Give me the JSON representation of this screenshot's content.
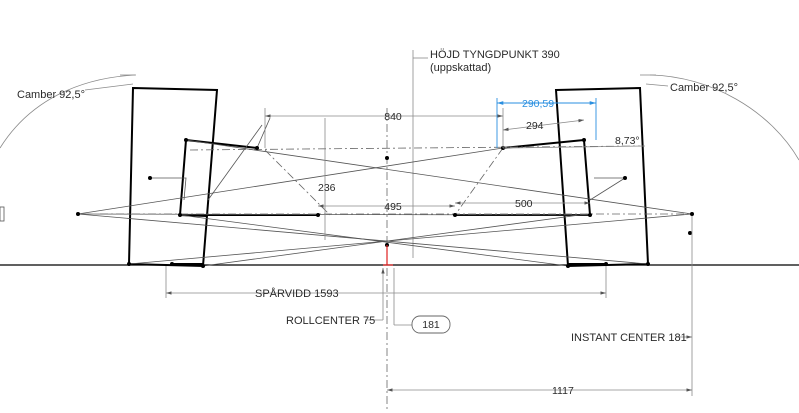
{
  "labels": {
    "cg_height": "HÖJD TYNGDPUNKT 390",
    "cg_estimated": "(uppskattad)",
    "camber_left": "Camber 92,5°",
    "camber_right": "Camber 92,5°",
    "dim_840": "840",
    "dim_290": "290,59",
    "dim_294": "294",
    "angle": "8,73°",
    "dim_236": "236",
    "dim_495": "495",
    "dim_500": "500",
    "track_width": "SPÅRVIDD 1593",
    "roll_center": "ROLLCENTER 75",
    "roll_center_box": "181",
    "instant_center": "INSTANT CENTER 181",
    "dim_1117": "1117"
  },
  "colors": {
    "geometry": "#000000",
    "dimension": "#8a8a8a",
    "driven_dimension": "#2a8fe0",
    "roll_center_marker": "#e02020"
  }
}
